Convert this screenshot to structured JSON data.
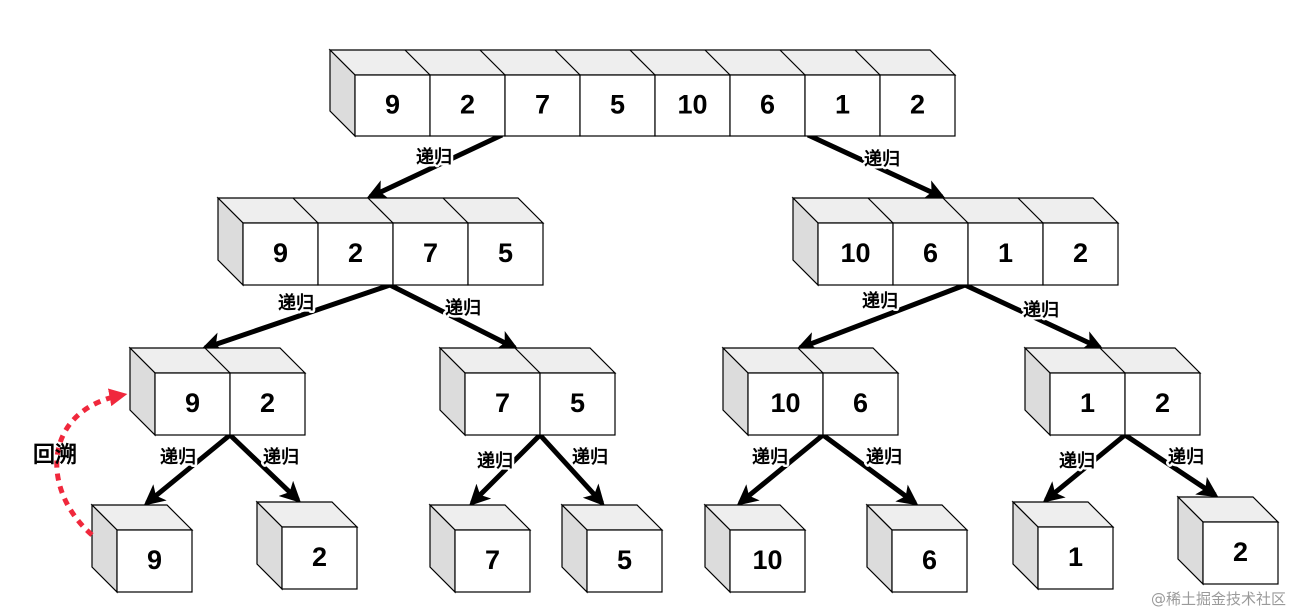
{
  "diagram": {
    "edge_label": "递归",
    "backtrack_label": "回溯",
    "watermark": "@稀土掘金技术社区",
    "colors": {
      "box_front": "#ffffff",
      "box_side": "#dcdcdc",
      "box_top": "#eeeeee",
      "stroke": "#000000",
      "arrow": "#000000",
      "backtrack": "#f0283c"
    },
    "nodes": [
      {
        "id": "root",
        "values": [
          "9",
          "2",
          "7",
          "5",
          "10",
          "6",
          "1",
          "2"
        ]
      },
      {
        "id": "L",
        "values": [
          "9",
          "2",
          "7",
          "5"
        ]
      },
      {
        "id": "R",
        "values": [
          "10",
          "6",
          "1",
          "2"
        ]
      },
      {
        "id": "LL",
        "values": [
          "9",
          "2"
        ]
      },
      {
        "id": "LR",
        "values": [
          "7",
          "5"
        ]
      },
      {
        "id": "RL",
        "values": [
          "10",
          "6"
        ]
      },
      {
        "id": "RR",
        "values": [
          "1",
          "2"
        ]
      },
      {
        "id": "LLL",
        "values": [
          "9"
        ]
      },
      {
        "id": "LLR",
        "values": [
          "2"
        ]
      },
      {
        "id": "LRL",
        "values": [
          "7"
        ]
      },
      {
        "id": "LRR",
        "values": [
          "5"
        ]
      },
      {
        "id": "RLL",
        "values": [
          "10"
        ]
      },
      {
        "id": "RLR",
        "values": [
          "6"
        ]
      },
      {
        "id": "RRL",
        "values": [
          "1"
        ]
      },
      {
        "id": "RRR",
        "values": [
          "2"
        ]
      }
    ],
    "edges": [
      {
        "from": "root",
        "to": "L"
      },
      {
        "from": "root",
        "to": "R"
      },
      {
        "from": "L",
        "to": "LL"
      },
      {
        "from": "L",
        "to": "LR"
      },
      {
        "from": "R",
        "to": "RL"
      },
      {
        "from": "R",
        "to": "RR"
      },
      {
        "from": "LL",
        "to": "LLL"
      },
      {
        "from": "LL",
        "to": "LLR"
      },
      {
        "from": "LR",
        "to": "LRL"
      },
      {
        "from": "LR",
        "to": "LRR"
      },
      {
        "from": "RL",
        "to": "RLL"
      },
      {
        "from": "RL",
        "to": "RLR"
      },
      {
        "from": "RR",
        "to": "RRL"
      },
      {
        "from": "RR",
        "to": "RRR"
      }
    ],
    "backtrack": {
      "from": "LLL",
      "to": "LL"
    }
  }
}
